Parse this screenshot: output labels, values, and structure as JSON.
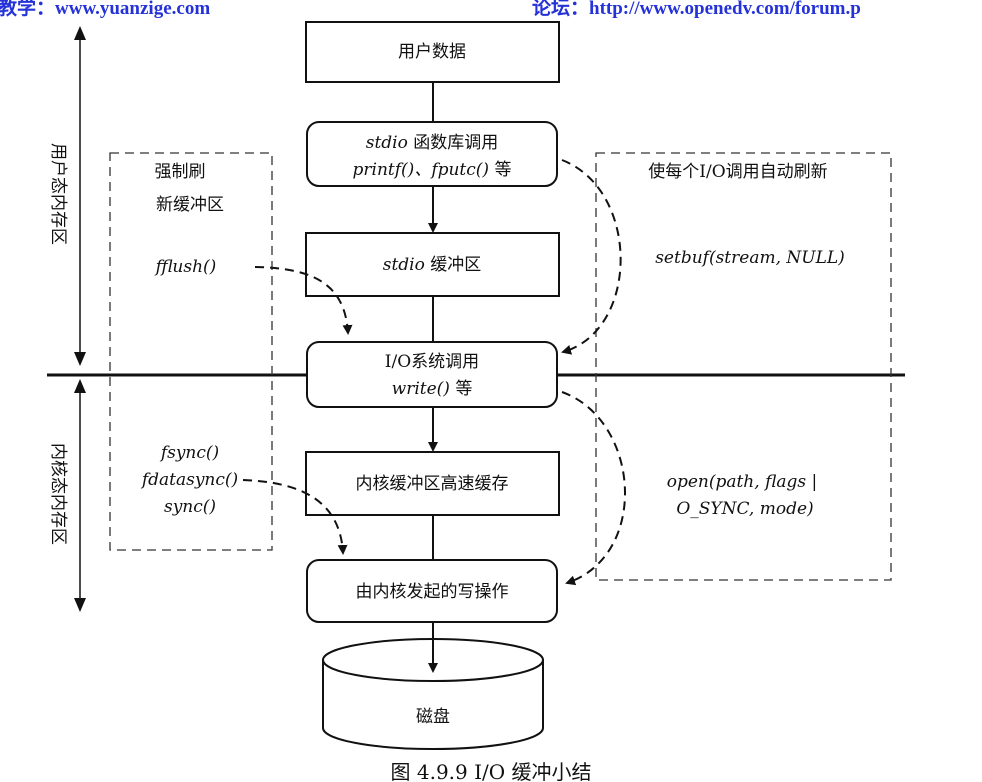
{
  "header": {
    "left": "教学：www.yuanzige.com",
    "right": "论坛：http://www.openedv.com/forum.p"
  },
  "side_labels": {
    "user_space": "用户态内存区",
    "kernel_space": "内核态内存区"
  },
  "boxes": {
    "user_data": "用户数据",
    "stdio_lib_line1_a": "stdio",
    "stdio_lib_line1_b": " 函数库调用",
    "stdio_lib_line2_a": "printf()、fputc()",
    "stdio_lib_line2_b": " 等",
    "stdio_buffer_a": "stdio",
    "stdio_buffer_b": " 缓冲区",
    "io_syscall_line1": "I/O系统调用",
    "io_syscall_line2_a": "write()",
    "io_syscall_line2_b": " 等",
    "kernel_cache": "内核缓冲区高速缓存",
    "kernel_write": "由内核发起的写操作",
    "disk": "磁盘"
  },
  "left_region": {
    "title_line1": "强制刷",
    "title_line2": "新缓冲区",
    "fflush": "fflush()",
    "fsync": "fsync()",
    "fdatasync": "fdatasync()",
    "sync": "sync()"
  },
  "right_region": {
    "title": "使每个I/O调用自动刷新",
    "setbuf": "setbuf(stream, NULL)",
    "open_line1": "open(path, flags |",
    "open_line2": "O_SYNC, mode)"
  },
  "caption": "图  4.9.9 I/O 缓冲小结"
}
